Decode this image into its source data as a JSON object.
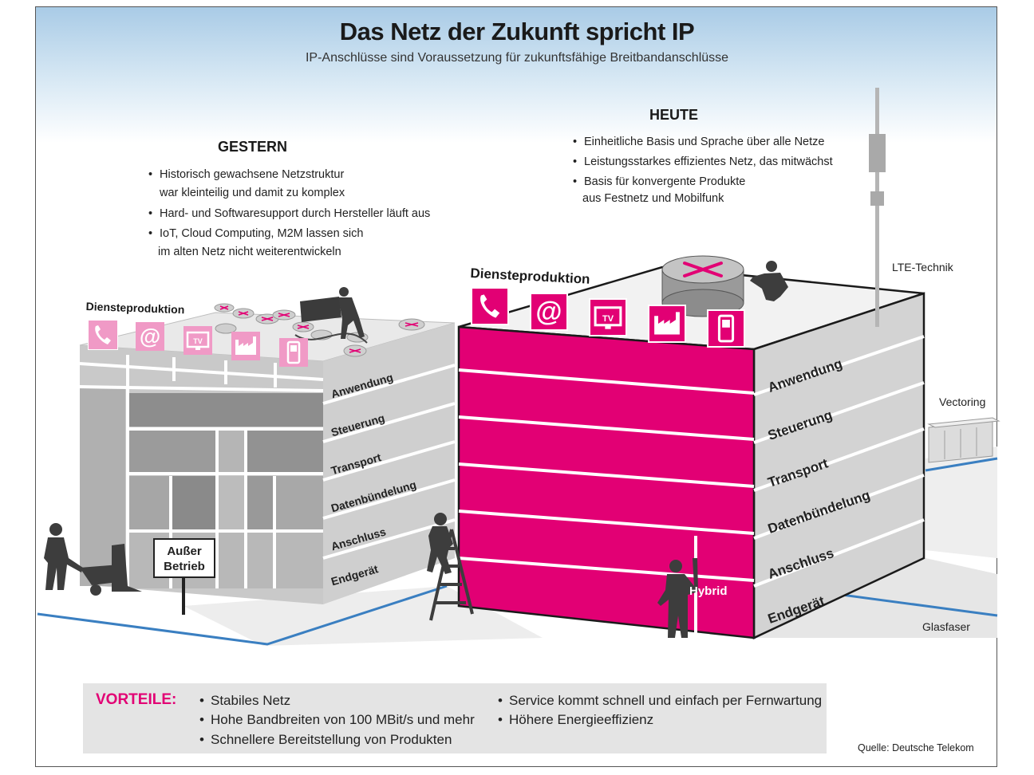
{
  "title": "Das Netz der Zukunft spricht IP",
  "subtitle": "IP-Anschlüsse sind Voraussetzung für zukunftsfähige Breitbandanschlüsse",
  "gestern": {
    "heading": "GESTERN",
    "bullets": [
      "Historisch gewachsene Netzstruktur",
      "war kleinteilig und damit zu komplex",
      "Hard- und Softwaresupport durch Hersteller läuft aus",
      "IoT, Cloud Computing, M2M lassen sich",
      "im alten Netz nicht weiterentwickeln"
    ],
    "dienste": "Diensteproduktion",
    "layers": [
      "Anwendung",
      "Steuerung",
      "Transport",
      "Datenbündelung",
      "Anschluss",
      "Endgerät"
    ],
    "sign_line1": "Außer",
    "sign_line2": "Betrieb"
  },
  "heute": {
    "heading": "HEUTE",
    "bullets": [
      "Einheitliche Basis und Sprache über alle Netze",
      "Leistungsstarkes effizientes Netz, das mitwächst",
      "Basis für konvergente Produkte",
      "aus Festnetz und Mobilfunk"
    ],
    "dienste": "Diensteproduktion",
    "layers": [
      "Anwendung",
      "Steuerung",
      "Transport",
      "Datenbündelung",
      "Anschluss",
      "Endgerät"
    ],
    "hybrid": "Hybrid"
  },
  "labels": {
    "lte": "LTE-Technik",
    "vectoring": "Vectoring",
    "glasfaser": "Glasfaser"
  },
  "icons": [
    "phone-icon",
    "at-icon",
    "tv-icon",
    "factory-icon",
    "mobile-icon"
  ],
  "tv_text": "TV",
  "at_text": "@",
  "vorteile": {
    "heading": "VORTEILE:",
    "left": [
      "Stabiles Netz",
      "Hohe Bandbreiten von 100 MBit/s und mehr",
      "Schnellere Bereitstellung von Produkten"
    ],
    "right": [
      "Service kommt schnell und einfach per Fernwartung",
      "Höhere Energieeffizienz"
    ]
  },
  "source": "Quelle: Deutsche Telekom",
  "colors": {
    "magenta": "#e20074",
    "fiber": "#3a7fc1",
    "grey": "#c8c8c8"
  }
}
